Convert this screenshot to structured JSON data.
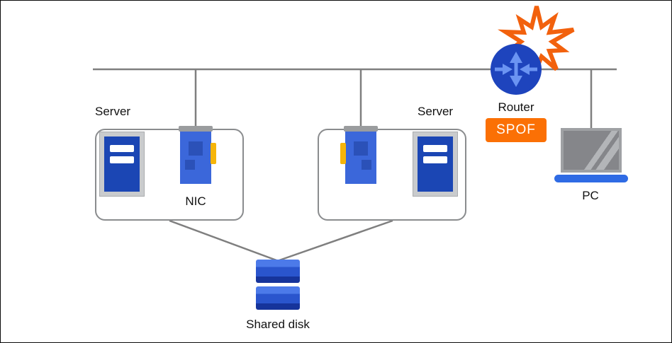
{
  "diagram": {
    "type": "network-topology",
    "labels": {
      "server_left": "Server",
      "server_right": "Server",
      "nic": "NIC",
      "router": "Router",
      "spof": "SPOF",
      "pc": "PC",
      "shared_disk": "Shared disk"
    },
    "colors": {
      "wire_gray": "#7f7f7f",
      "box_border_gray": "#8a8c8e",
      "server_blue": "#1b46b4",
      "server_frame_gray": "#c9cbcd",
      "nic_blue": "#3b67da",
      "nic_chip_blue": "#2b51b8",
      "nic_connector_yellow": "#f6b50a",
      "router_blue": "#1e44bd",
      "router_arrow_blue": "#6b94f2",
      "explosion_orange": "#f2610d",
      "spof_badge_orange": "#fb7005",
      "spof_text": "#ffffff",
      "disk_blue_light": "#4c7ae9",
      "disk_blue_dark": "#16349b",
      "pc_screen_gray": "#85868a",
      "pc_base_blue": "#2f6be4",
      "label_black": "#111111"
    },
    "icons": [
      "server-tower-icon",
      "nic-card-icon",
      "router-icon",
      "explosion-icon",
      "laptop-icon",
      "disk-stack-icon"
    ]
  }
}
